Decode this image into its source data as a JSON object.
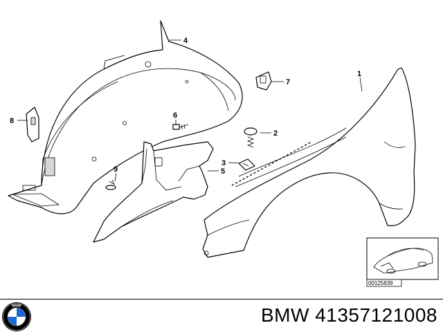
{
  "diagram": {
    "callouts": [
      "1",
      "2",
      "3",
      "4",
      "5",
      "6",
      "7",
      "8",
      "9"
    ],
    "reference_code": "00125839"
  },
  "footer": {
    "brand": "BMW",
    "part_number": "41357121008",
    "logo_text": "BMW"
  },
  "colors": {
    "line": "#000000",
    "background": "#ffffff",
    "logo_blue": "#1c69d4"
  }
}
